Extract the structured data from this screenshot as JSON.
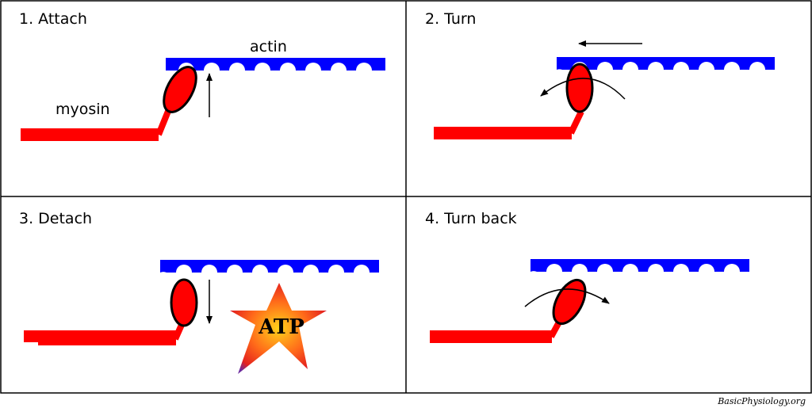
{
  "colors": {
    "actin": "#0000ff",
    "myosin": "#ff0000",
    "outline": "#000000"
  },
  "panels": [
    {
      "title": "1. Attach"
    },
    {
      "title": "2. Turn"
    },
    {
      "title": "3. Detach"
    },
    {
      "title": "4. Turn back"
    }
  ],
  "labels": {
    "actin": "actin",
    "myosin": "myosin",
    "atp": "ATP"
  },
  "credit": "BasicPhysiology.org"
}
